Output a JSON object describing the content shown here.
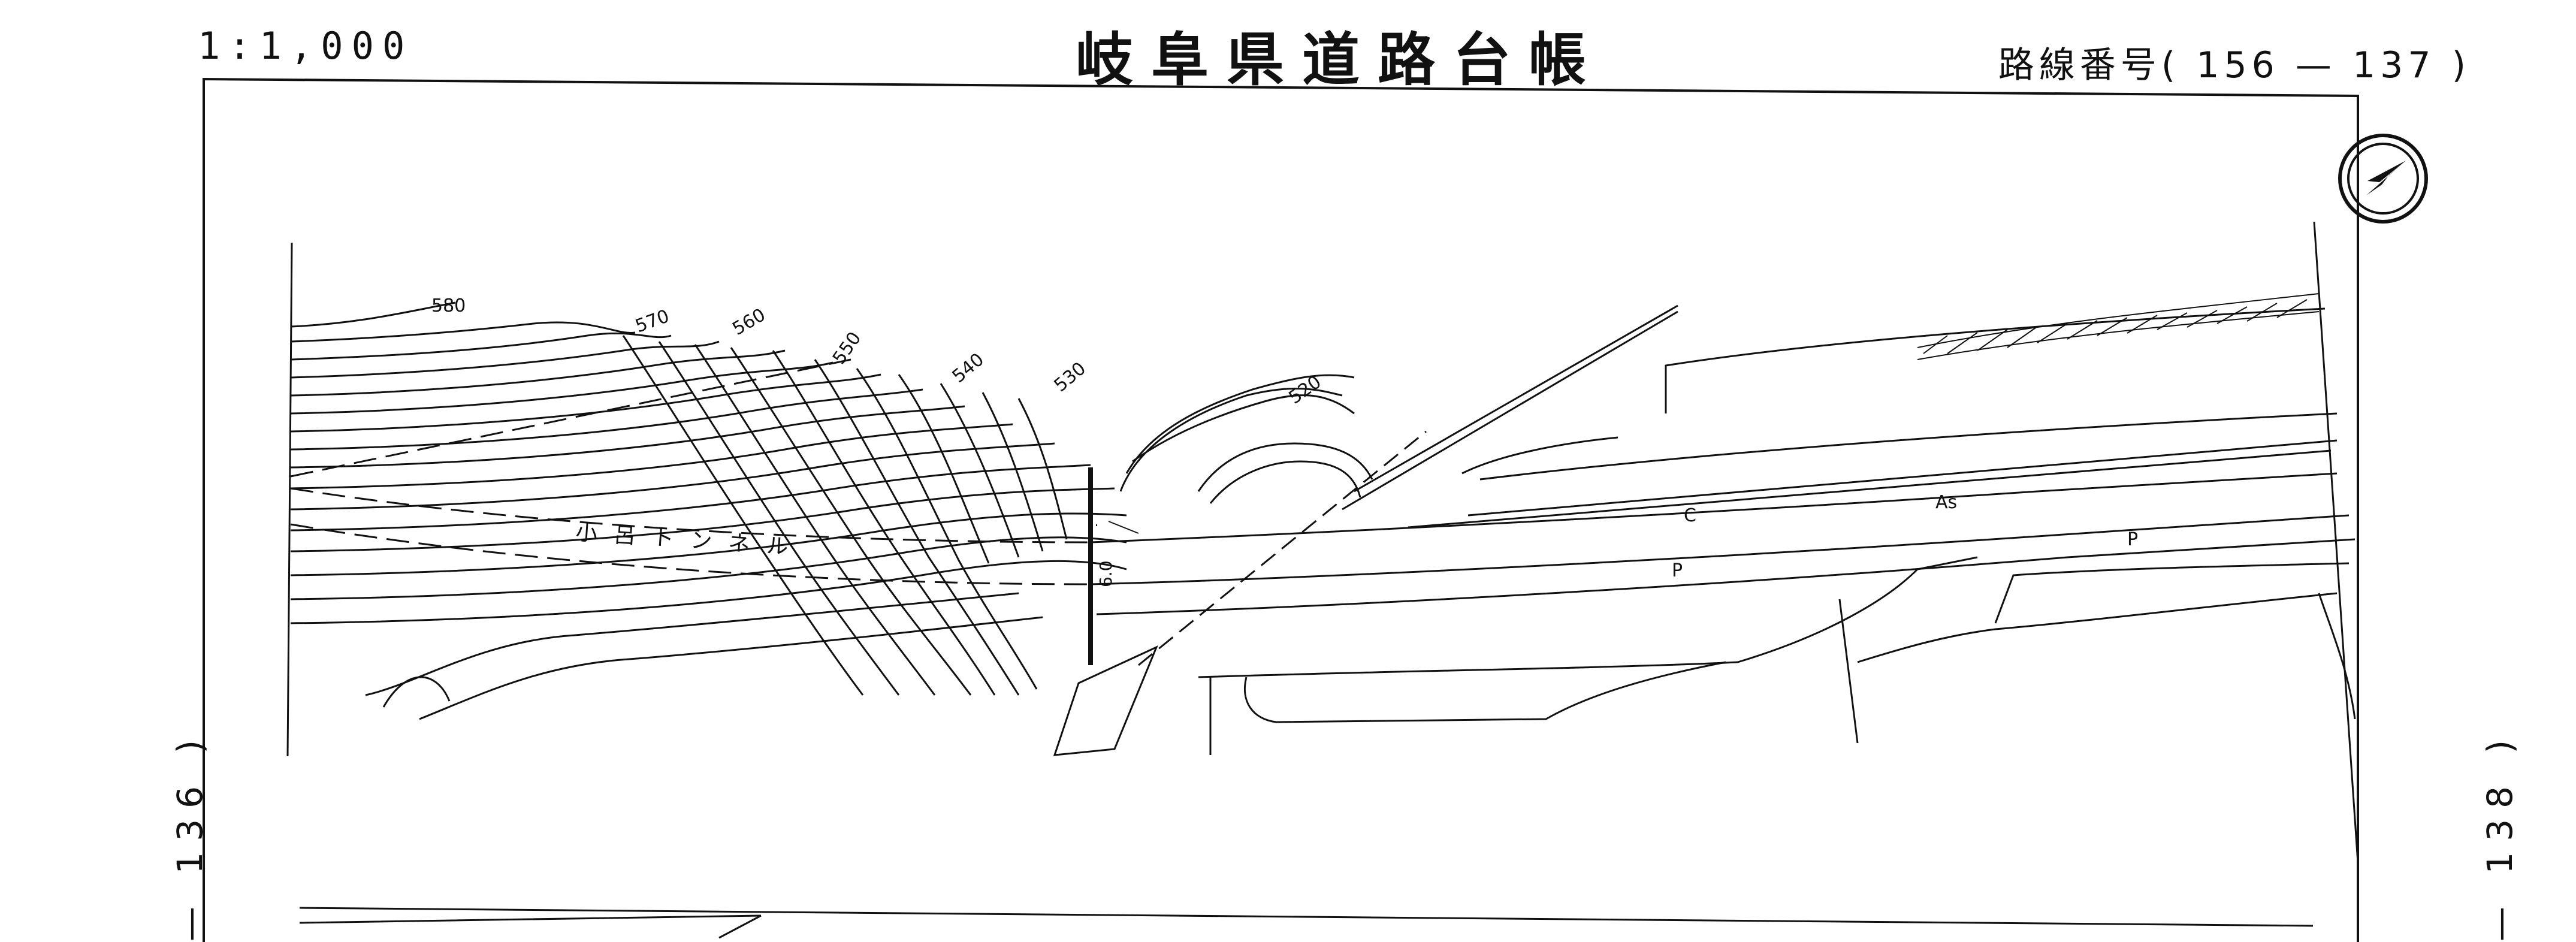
{
  "header": {
    "scale": "1:1,000",
    "title": "岐阜県道路台帳",
    "route_label": "路線番号",
    "route_prev": "156",
    "route_dash": "—",
    "route_next": "137",
    "route_display": "路線番号( 156 — 137 )"
  },
  "sheets": {
    "left_adjacent": "— 136 )",
    "right_adjacent": "— 138 )"
  },
  "map": {
    "north_arrow": "north-arrow-icon",
    "contours": [
      "580",
      "570",
      "560",
      "550",
      "540",
      "530",
      "520"
    ],
    "tunnel_label": "小呂トンネル",
    "road_labels": {
      "center": "C",
      "surface": "As",
      "parking_a": "P",
      "parking_b": "P",
      "width": "6.0"
    }
  }
}
